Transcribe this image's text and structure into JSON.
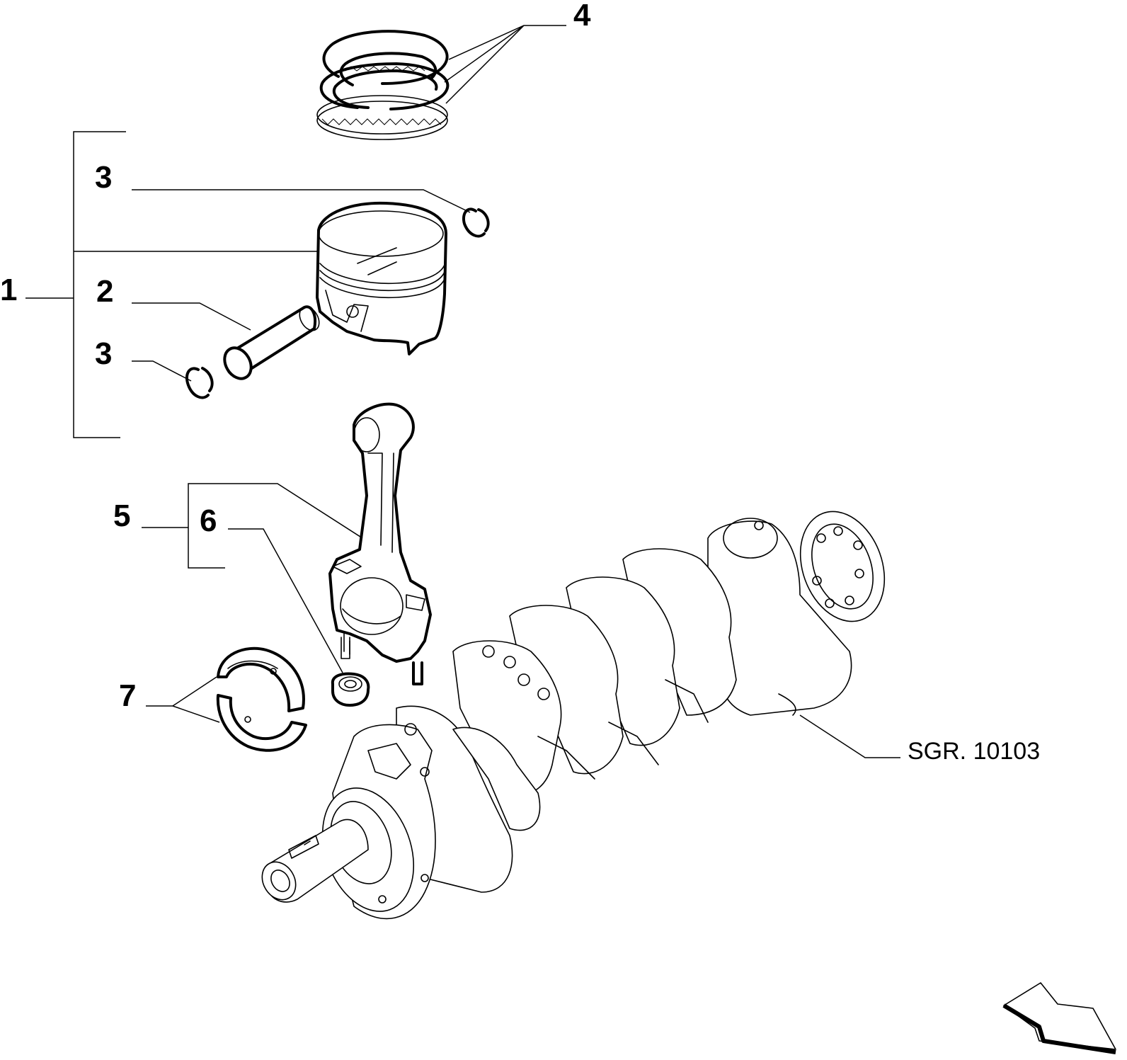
{
  "callouts": {
    "c1": "1",
    "c2": "2",
    "c3a": "3",
    "c3b": "3",
    "c4": "4",
    "c5": "5",
    "c6": "6",
    "c7": "7"
  },
  "reference": {
    "label": "SGR. 10103"
  },
  "icons": {
    "direction": "arrow-down-right-icon"
  }
}
